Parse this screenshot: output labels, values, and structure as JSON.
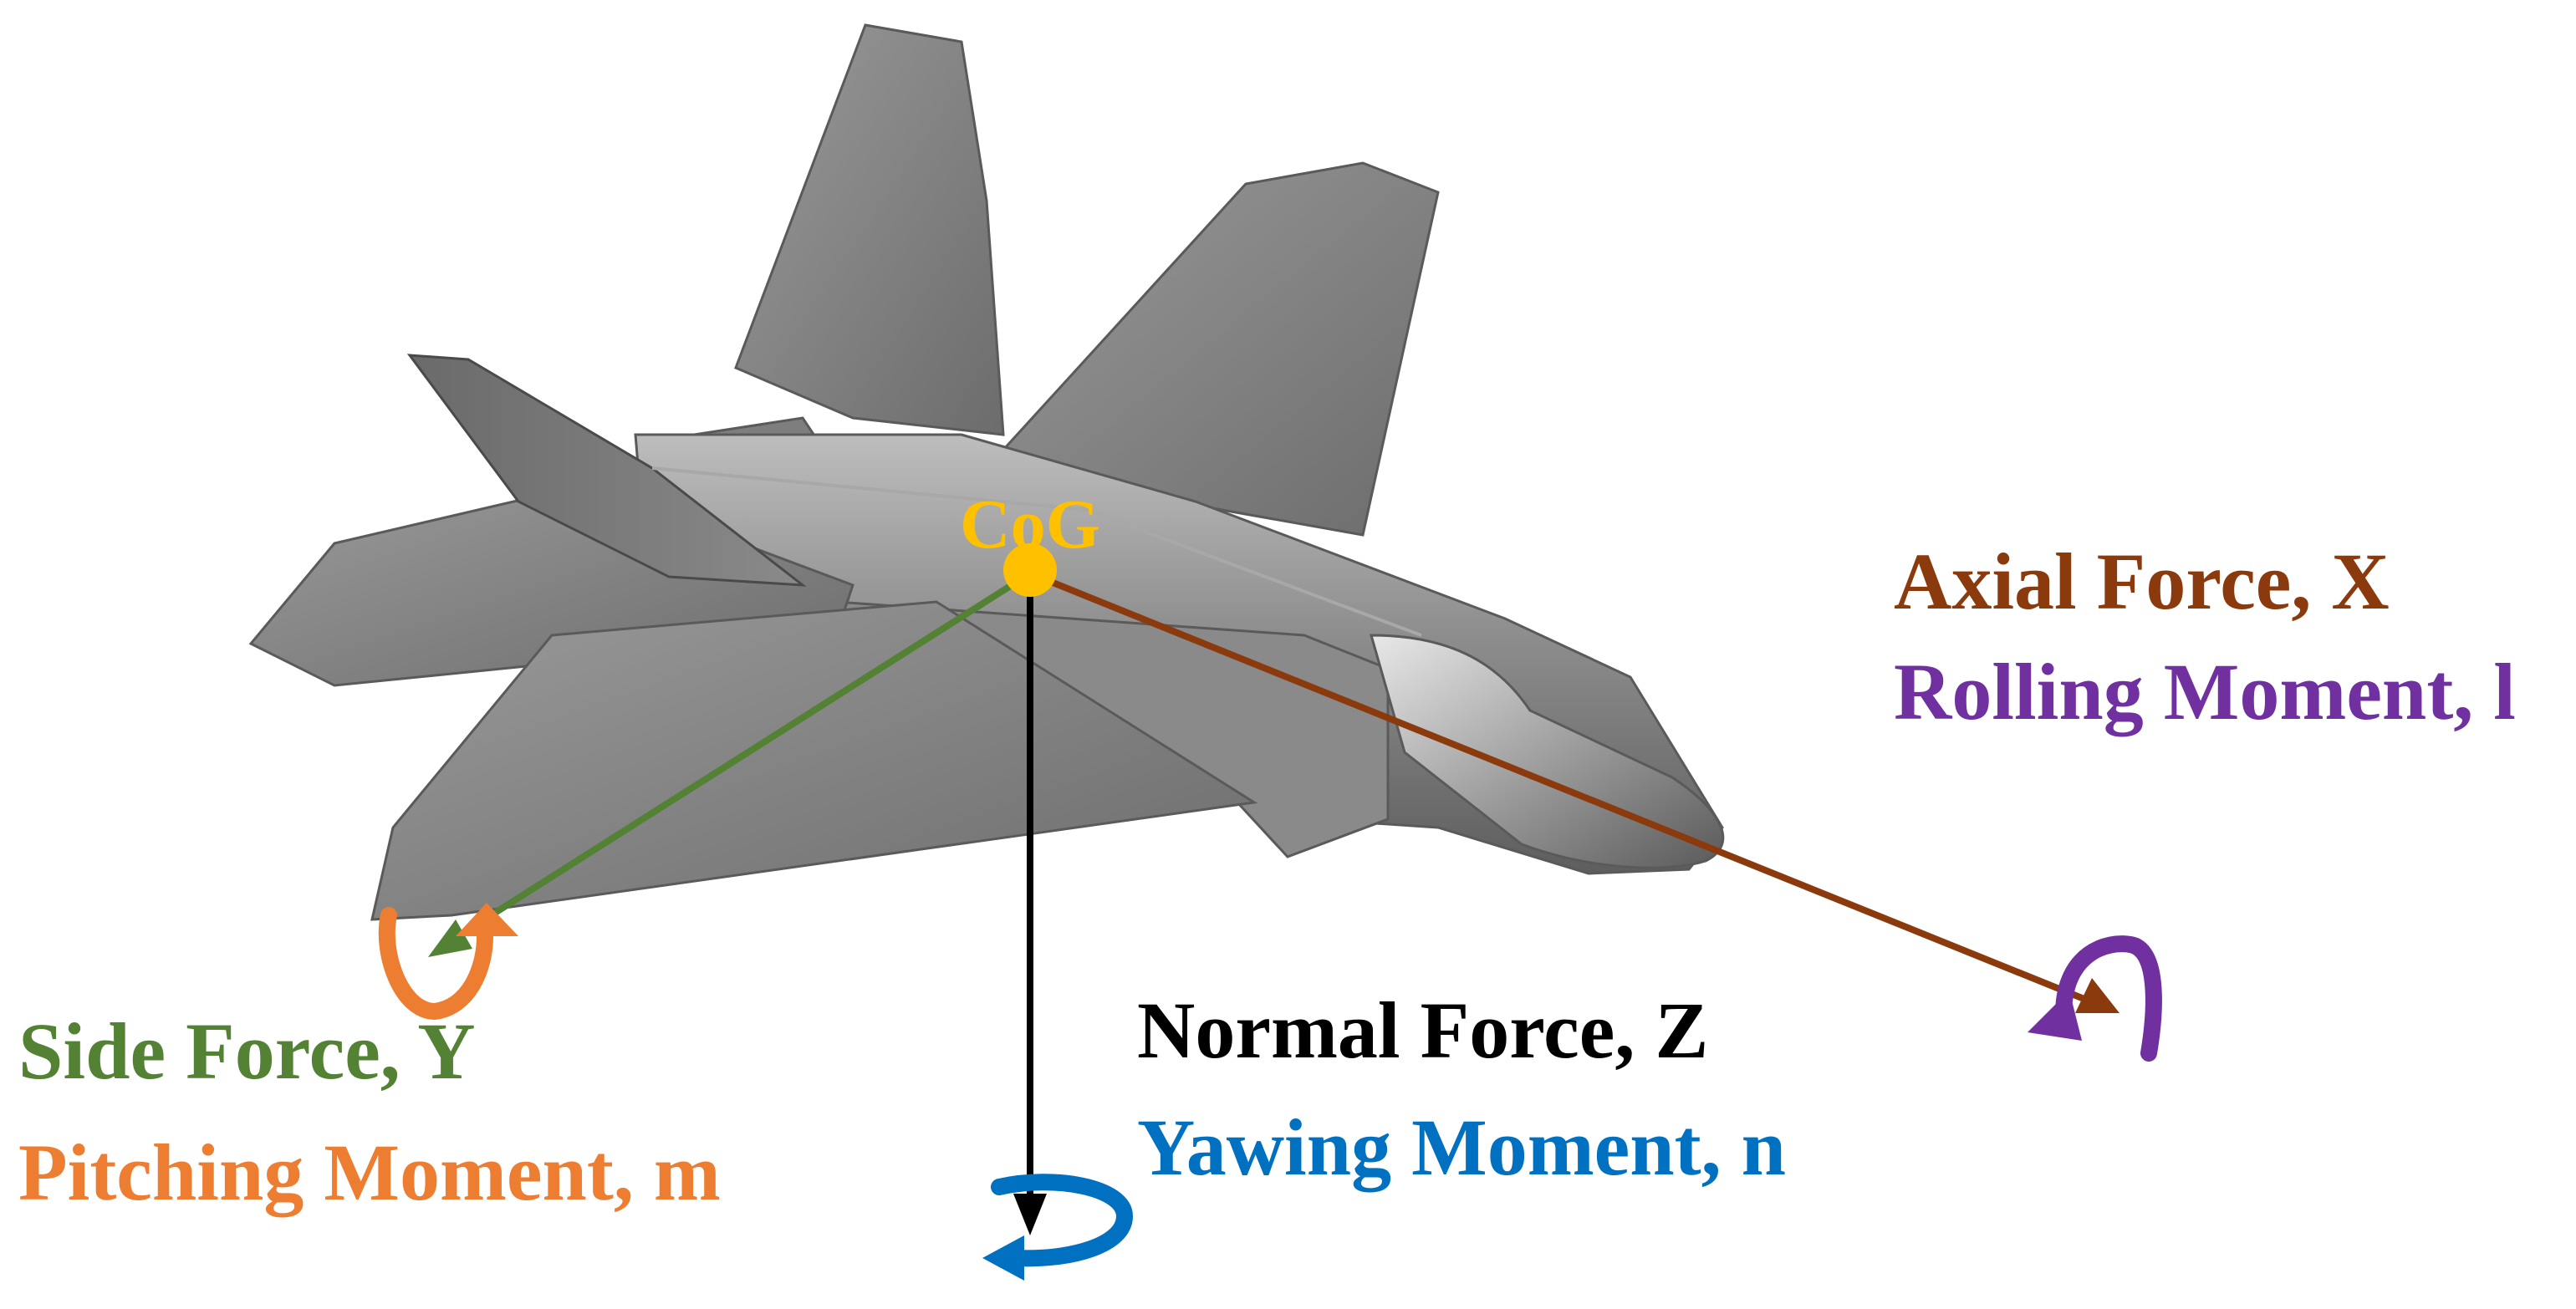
{
  "cog": {
    "label": "CoG",
    "color": "#FFC000"
  },
  "axes": {
    "axial": {
      "force_label": "Axial Force, X",
      "moment_label": "Rolling Moment, l",
      "force_color": "#8B3A0E",
      "moment_color": "#7030A0"
    },
    "side": {
      "force_label": "Side Force, Y",
      "moment_label": "Pitching Moment, m",
      "force_color": "#548235",
      "moment_color": "#ED7D31"
    },
    "normal": {
      "force_label": "Normal Force, Z",
      "moment_label": "Yawing Moment, n",
      "force_color": "#000000",
      "moment_color": "#0070C0"
    }
  },
  "aircraft": {
    "icon": "fighter-jet-icon",
    "body_color": "#8a8a8a"
  }
}
